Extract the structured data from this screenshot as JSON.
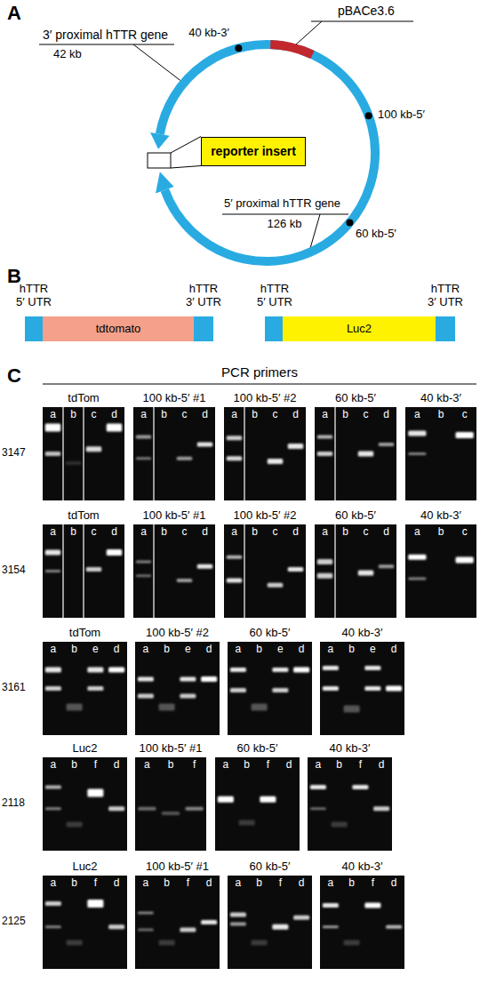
{
  "diagram": {
    "nodes": [
      {
        "text": [
          "reporter insert"
        ]
      },
      {
        "text": [
          "tdtomato"
        ]
      },
      {
        "text": [
          "Luc2"
        ]
      }
    ],
    "labels": [
      "A",
      "pBACe3.6",
      "40 kb-3′",
      "3′ proximal hTTR gene",
      "42 kb",
      "100 kb-5′",
      "5′ proximal hTTR gene",
      "126 kb",
      "60 kb-5′",
      "B",
      "hTTR 5′ UTR",
      "hTTR 3′ UTR",
      "hTTR 5′ UTR",
      "hTTR 3′ UTR",
      "C",
      "PCR primers",
      "3147",
      "tdTom",
      "a",
      "b",
      "c",
      "d",
      "100 kb-5′ #1",
      "a",
      "b",
      "c",
      "d",
      "100 kb-5′ #2",
      "a",
      "b",
      "c",
      "d",
      "60 kb-5′",
      "a",
      "b",
      "c",
      "d",
      "40 kb-3′",
      "a",
      "b",
      "c",
      "3154",
      "tdTom",
      "a",
      "b",
      "c",
      "d",
      "100 kb-5′ #1",
      "a",
      "b",
      "c",
      "d",
      "100 kb-5′ #2",
      "a",
      "b",
      "c",
      "d",
      "60 kb-5′",
      "a",
      "b",
      "c",
      "d",
      "40 kb-3′",
      "a",
      "b",
      "c",
      "3161",
      "tdTom",
      "a",
      "b",
      "e",
      "d",
      "100 kb-5′ #2",
      "a",
      "b",
      "e",
      "d",
      "60 kb-5′",
      "a",
      "b",
      "e",
      "d",
      "40 kb-3′",
      "a",
      "b",
      "e",
      "d",
      "2118",
      "Luc2",
      "a",
      "b",
      "f",
      "d",
      "100 kb-5′ #1",
      "a",
      "b",
      "f",
      "60 kb-5′",
      "a",
      "b",
      "f",
      "d",
      "40 kb-3′",
      "a",
      "b",
      "f",
      "d",
      "2125",
      "Luc2",
      "a",
      "b",
      "f",
      "d",
      "100 kb-5′ #1",
      "a",
      "b",
      "f",
      "d",
      "60 kb-5′",
      "a",
      "b",
      "f",
      "d",
      "40 kb-3′",
      "a",
      "b",
      "f",
      "d"
    ]
  }
}
